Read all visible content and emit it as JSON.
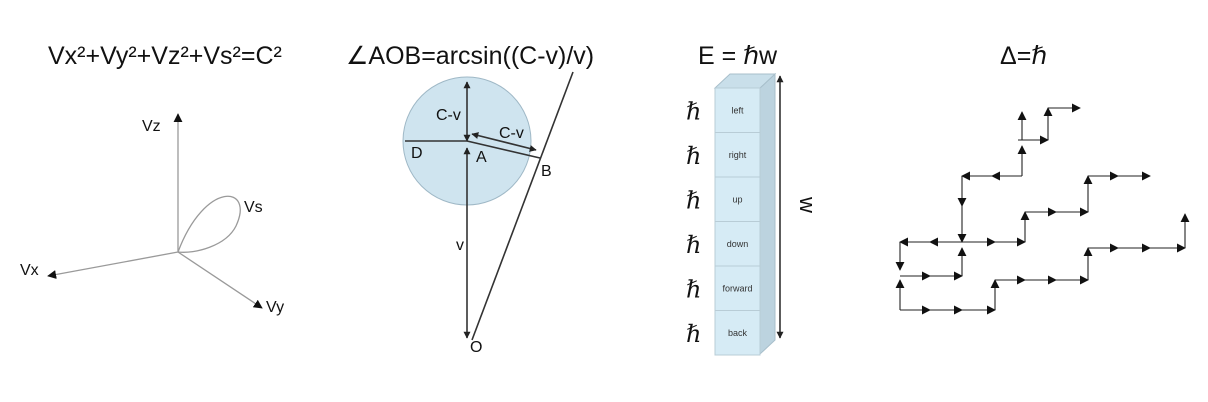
{
  "colors": {
    "circle_fill": "#cfe4ef",
    "block_fill": "#d6ebf5",
    "block_edge": "#b8ccd6",
    "ink": "#111111"
  },
  "panel1": {
    "title": "Vx²+Vy²+Vz²+Vs²=C²",
    "axis_z": "Vz",
    "axis_s": "Vs",
    "axis_x": "Vx",
    "axis_y": "Vy"
  },
  "panel2": {
    "title": "∠AOB=arcsin((C-v)/v)",
    "label_cv_vertical": "C-v",
    "label_cv_diag": "C-v",
    "label_d": "D",
    "label_a": "A",
    "label_b": "B",
    "label_v": "v",
    "label_o": "O"
  },
  "panel3": {
    "title": "E = ℏw",
    "hbar_symbol": "ℏ",
    "w_label": "w",
    "cells": [
      "left",
      "right",
      "up",
      "down",
      "forward",
      "back"
    ]
  },
  "panel4": {
    "title": "Δ=ℏ",
    "icon": "random-walk-arrows"
  }
}
